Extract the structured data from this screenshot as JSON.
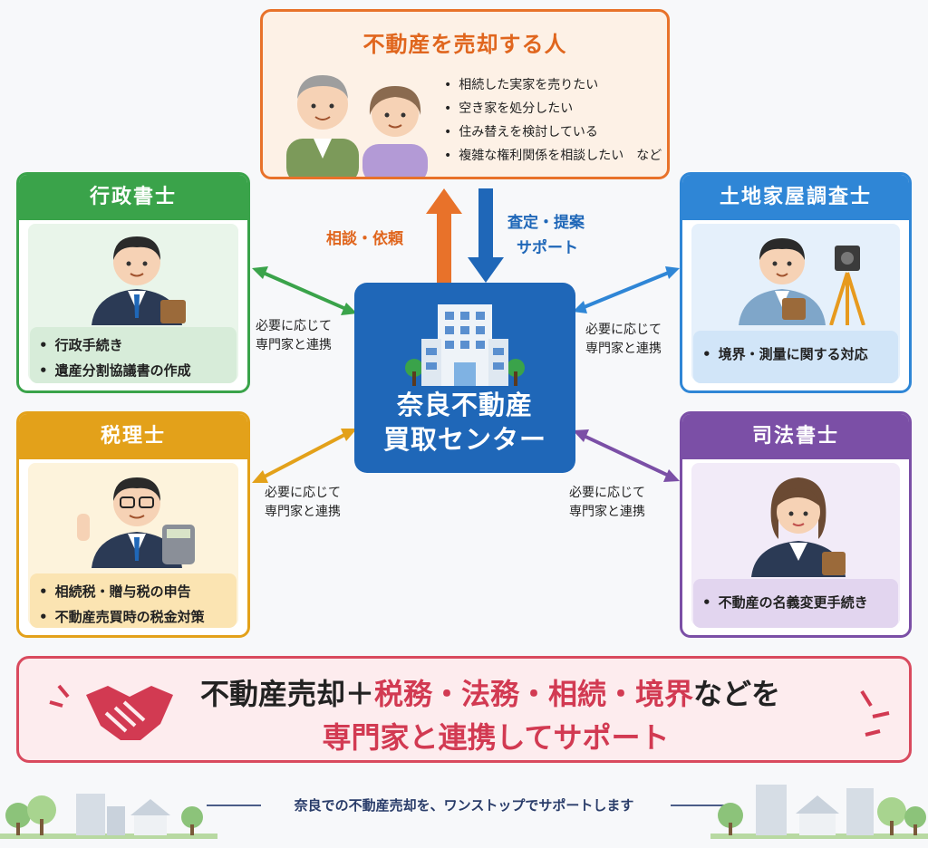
{
  "seller": {
    "title": "不動産を売却する人",
    "items": [
      "相続した実家を売りたい",
      "空き家を処分したい",
      "住み替えを検討している",
      "複雑な権利関係を相談したい　など"
    ]
  },
  "flow": {
    "up_label": "相談・依頼",
    "down_label_1": "査定・提案",
    "down_label_2": "サポート"
  },
  "center": {
    "line1": "奈良不動産",
    "line2": "買取センター"
  },
  "note": {
    "line1": "必要に応じて",
    "line2": "専門家と連携"
  },
  "experts": {
    "gyosei": {
      "title": "行政書士",
      "items": [
        "行政手続き",
        "遺産分割協議書の作成"
      ]
    },
    "zeirishi": {
      "title": "税理士",
      "items": [
        "相続税・贈与税の申告",
        "不動産売買時の税金対策"
      ]
    },
    "tochi": {
      "title": "土地家屋調査士",
      "items": [
        "境界・測量に関する対応"
      ]
    },
    "shiho": {
      "title": "司法書士",
      "items": [
        "不動産の名義変更手続き"
      ]
    }
  },
  "banner": {
    "p1": "不動産売却＋",
    "p2": "税務・法務・相続・境界",
    "p3": "などを",
    "line2": "専門家と連携してサポート"
  },
  "footer": {
    "text": "奈良での不動産売却を、ワンストップでサポートします"
  },
  "colors": {
    "orange": "#e8722a",
    "blue": "#1f67b8",
    "green": "#3aa34a",
    "gold": "#e3a11a",
    "purple": "#7b4fa6",
    "red": "#d94a5e"
  }
}
